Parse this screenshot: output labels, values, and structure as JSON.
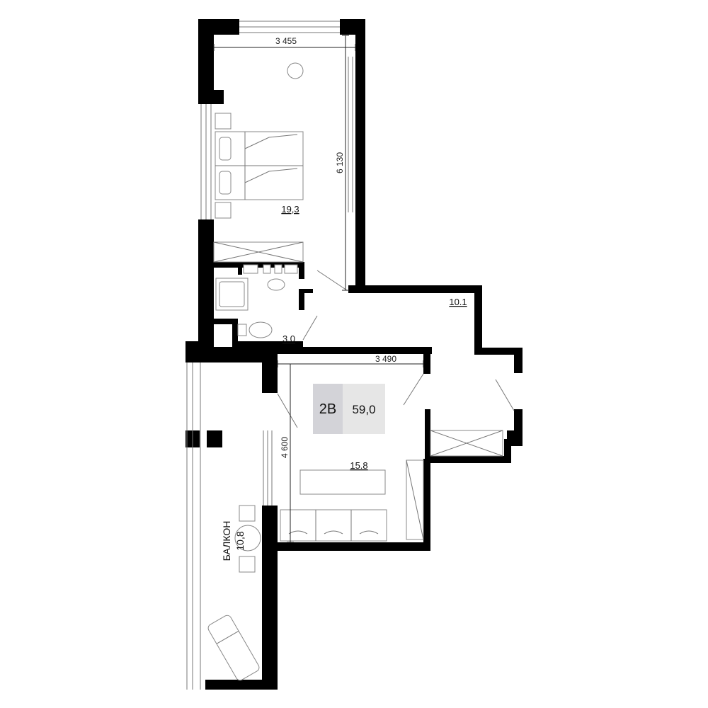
{
  "plan": {
    "unit_type": "2В",
    "total_area": "59,0",
    "colors": {
      "wall": "#000000",
      "badge_type_bg": "#d3d3d8",
      "badge_area_bg": "#e6e6e6",
      "furniture": "#888888"
    },
    "rooms": {
      "bedroom_area": "19,3",
      "hall_area": "10.1",
      "bathroom_area": "3.0",
      "living_area": "15.8",
      "balcony_label": "БАЛКОН",
      "balcony_area": "10,8"
    },
    "dimensions": {
      "bedroom_width": "3 455",
      "bedroom_length": "6 130",
      "living_width": "3 490",
      "living_length": "4 600"
    }
  }
}
